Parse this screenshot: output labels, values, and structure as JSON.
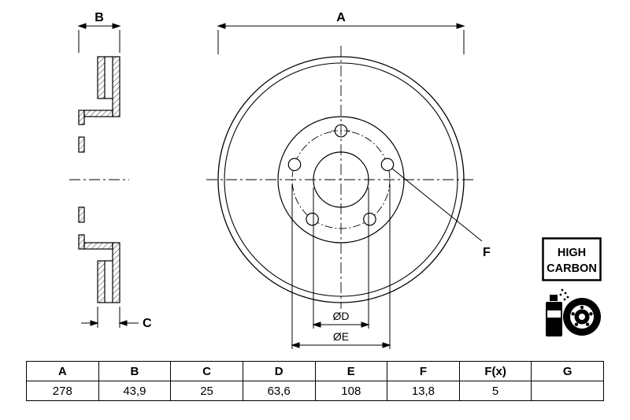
{
  "page": {
    "background": "#ffffff",
    "line_color": "#000000",
    "description": "brake-disc-technical-drawing"
  },
  "drawing": {
    "labels": {
      "a": "A",
      "b": "B",
      "c": "C",
      "f": "F",
      "d": "ØD",
      "e": "ØE"
    },
    "badge": {
      "line1": "HIGH",
      "line2": "CARBON"
    },
    "icons": [
      {
        "name": "spray-can-icon"
      },
      {
        "name": "brake-disc-icon"
      }
    ]
  },
  "table": {
    "headers": [
      "A",
      "B",
      "C",
      "D",
      "E",
      "F",
      "F(x)",
      "G"
    ],
    "values": [
      "278",
      "43,9",
      "25",
      "63,6",
      "108",
      "13,8",
      "5",
      ""
    ]
  }
}
